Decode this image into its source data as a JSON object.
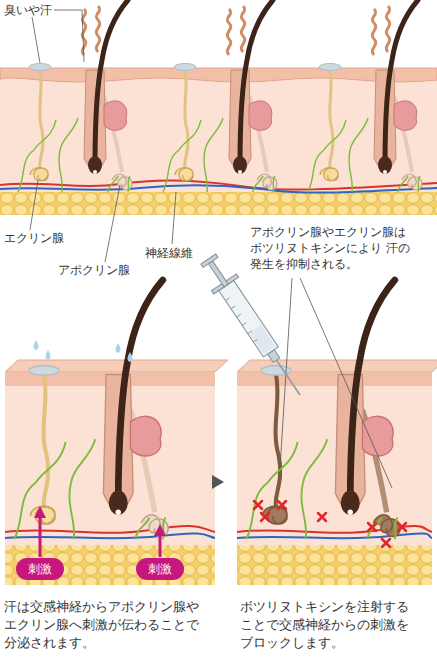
{
  "diagram": {
    "nodes": [
      {
        "text": [
          "刺激"
        ]
      },
      {
        "text": [
          "刺激"
        ]
      }
    ],
    "labels": [
      "臭いや汗",
      "エクリン腺",
      "アポクリン腺",
      "神経線維",
      "アポクリン腺やエクリン腺は ボツリヌトキシンにより 汗の発生を抑制される。",
      "汗は交感神経からアポクリン腺や エクリン腺へ刺激が伝わることで 分泌されます。",
      "ボツリヌトキシンを注射する ことで交感神経からの刺激を ブロックします。"
    ]
  }
}
